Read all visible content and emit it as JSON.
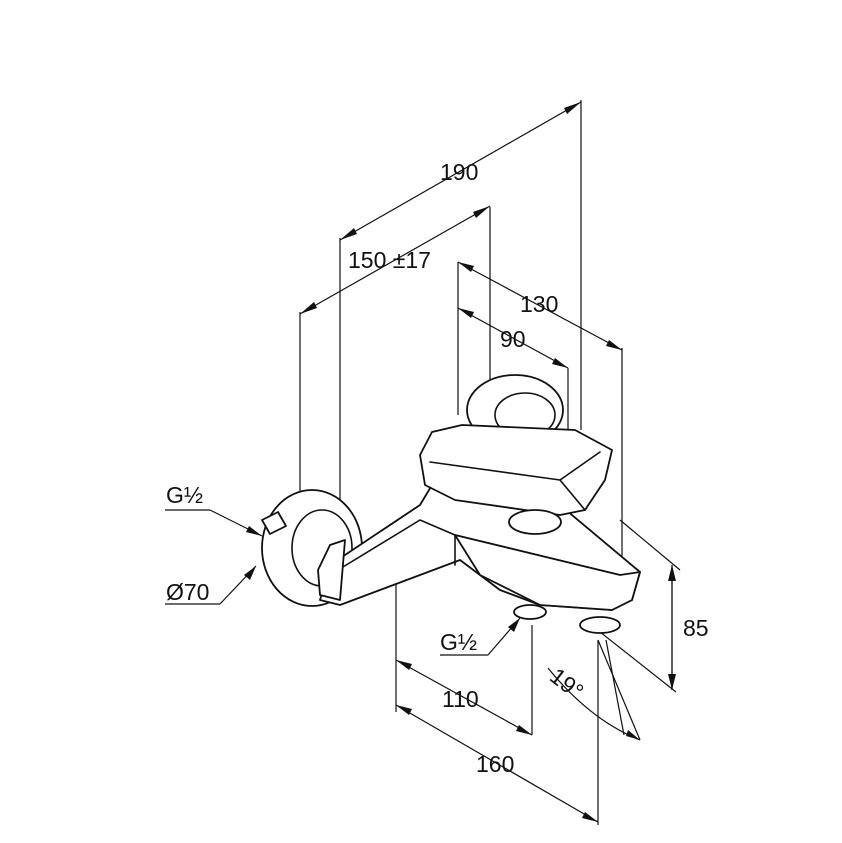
{
  "drawing": {
    "dimensions": {
      "overall_width": "190",
      "connection_spacing": "150 ±17",
      "projection_total": "130",
      "handle_offset": "90",
      "height": "85",
      "outlet_depth": "110",
      "spout_depth": "160",
      "spout_angle": "19°"
    },
    "labels": {
      "connection_thread": "G½",
      "rosette_diameter": "Ø70",
      "outlet_thread": "G½"
    }
  }
}
